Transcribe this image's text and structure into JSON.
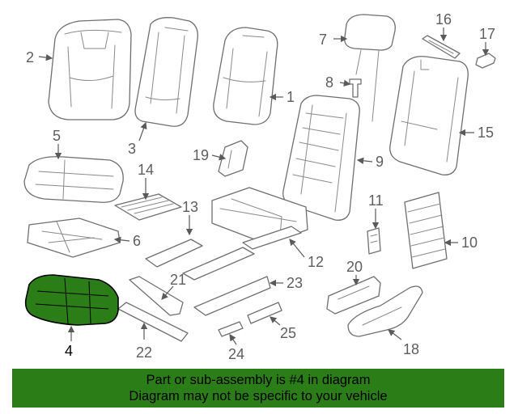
{
  "callouts": {
    "c1": "1",
    "c2": "2",
    "c3": "3",
    "c4": "4",
    "c5": "5",
    "c6": "6",
    "c7": "7",
    "c8": "8",
    "c9": "9",
    "c10": "10",
    "c11": "11",
    "c12": "12",
    "c13": "13",
    "c14": "14",
    "c15": "15",
    "c16": "16",
    "c17": "17",
    "c18": "18",
    "c19": "19",
    "c20": "20",
    "c21": "21",
    "c22": "22",
    "c23": "23",
    "c24": "24",
    "c25": "25"
  },
  "highlighted_part": "4",
  "colors": {
    "highlight": "#2b7d17",
    "line": "#6f6f6f",
    "callout_text": "#5e5e5e"
  },
  "banner": {
    "line1": "Part or sub-assembly is #4 in diagram",
    "line2": "Diagram may not be specific to your vehicle"
  }
}
